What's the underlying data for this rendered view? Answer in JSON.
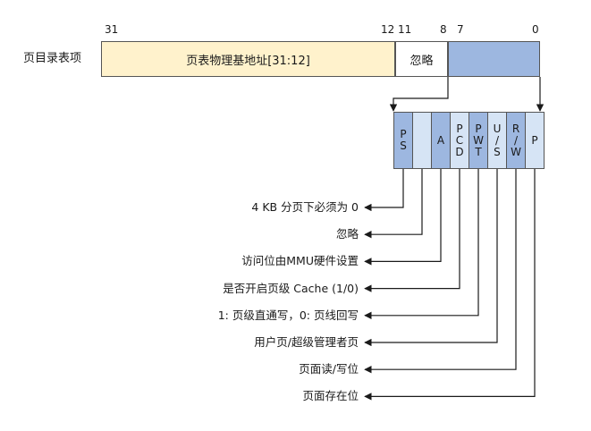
{
  "row_label": "页目录表项",
  "bit_numbers": [
    "31",
    "12",
    "11",
    "8",
    "7",
    "0"
  ],
  "fields": {
    "address": "页表物理基地址[31:12]",
    "ignored": "忽略",
    "flags": ""
  },
  "flag_bits": [
    {
      "label": "P\nS",
      "color": "#9db7e0"
    },
    {
      "label": "",
      "color": "#d6e4f5"
    },
    {
      "label": "A",
      "color": "#9db7e0"
    },
    {
      "label": "P\nC\nD",
      "color": "#d6e4f5"
    },
    {
      "label": "P\nW\nT",
      "color": "#9db7e0"
    },
    {
      "label": "U\n/\nS",
      "color": "#d6e4f5"
    },
    {
      "label": "R\n/\nW",
      "color": "#9db7e0"
    },
    {
      "label": "P",
      "color": "#d6e4f5"
    }
  ],
  "descriptions": [
    "4 KB 分页下必须为 0",
    "忽略",
    "访问位由MMU硬件设置",
    "是否开启页级 Cache (1/0)",
    "1: 页级直通写，0: 页线回写",
    "用户页/超级管理者页",
    "页面读/写位",
    "页面存在位"
  ]
}
